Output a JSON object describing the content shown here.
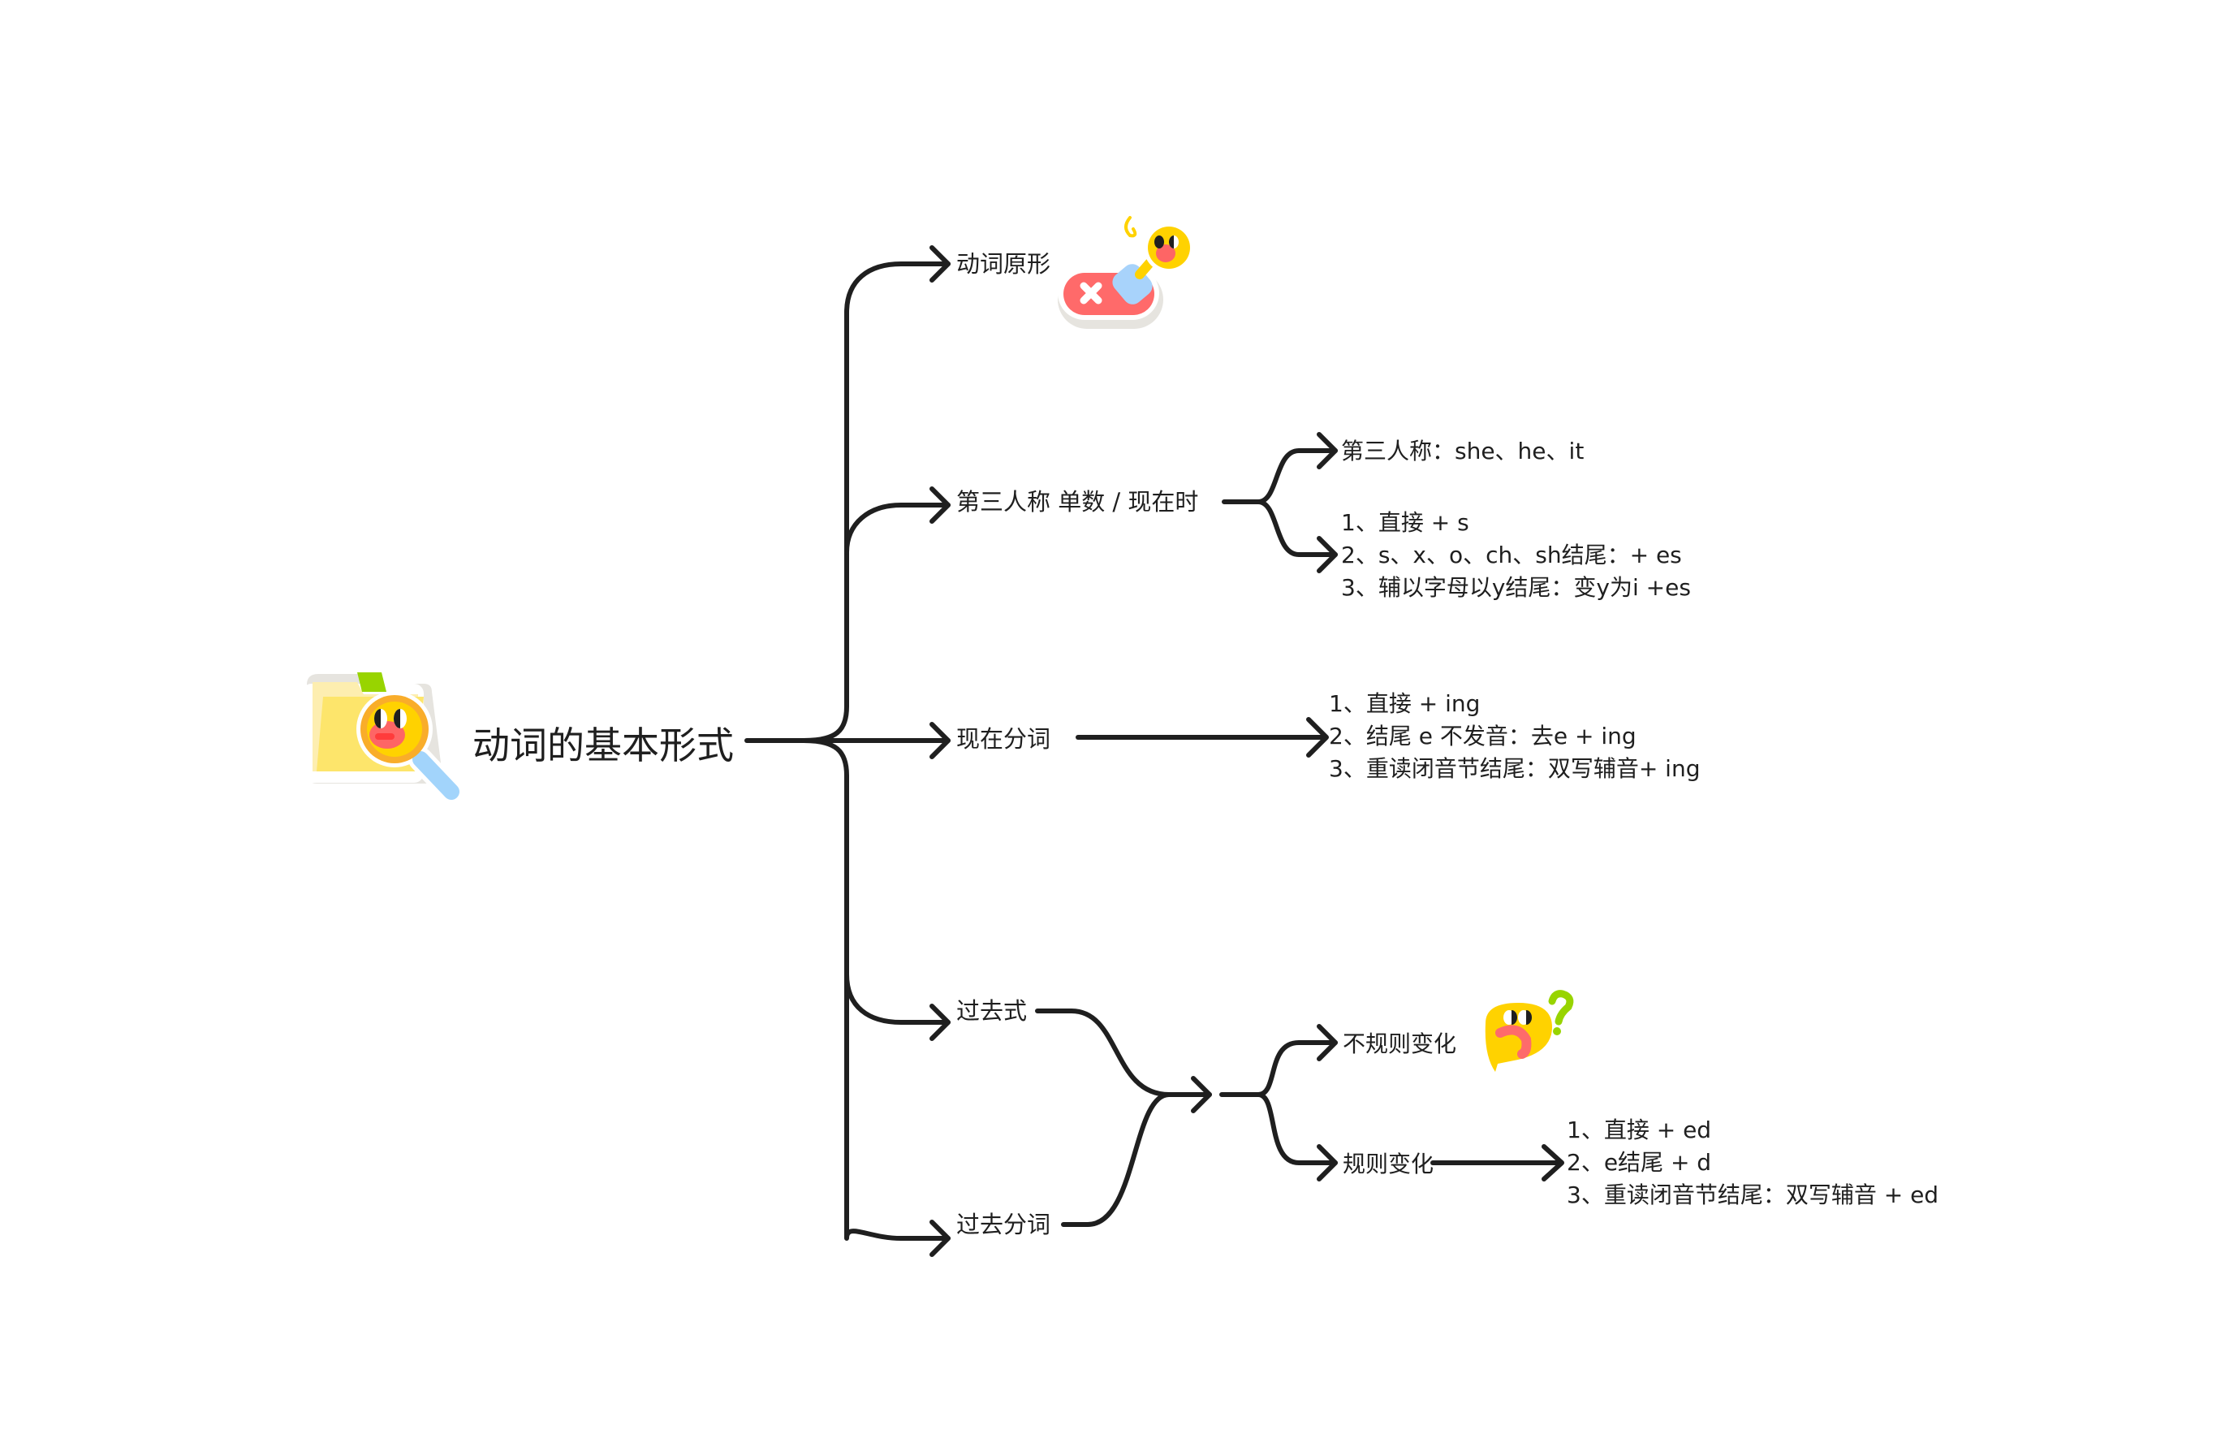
{
  "root": {
    "label": "动词的基本形式",
    "icon": "folder-search-sticker"
  },
  "branches": [
    {
      "id": "base-form",
      "label": "动词原形",
      "icon": "toggle-off-sticker"
    },
    {
      "id": "third-person",
      "label": "第三人称 单数 / 现在时",
      "children": [
        {
          "id": "third-person-subjects",
          "lines": [
            "第三人称：she、he、it"
          ]
        },
        {
          "id": "third-person-rules",
          "lines": [
            "1、直接 + s",
            "2、s、x、o、ch、sh结尾：+ es",
            "3、辅以字母以y结尾：变y为i +es"
          ]
        }
      ]
    },
    {
      "id": "present-participle",
      "label": "现在分词",
      "children": [
        {
          "id": "ing-rules",
          "lines": [
            "1、直接 + ing",
            "2、结尾 e 不发音：去e + ing",
            "3、重读闭音节结尾：双写辅音+ ing"
          ]
        }
      ]
    },
    {
      "id": "past-tense",
      "label": "过去式"
    },
    {
      "id": "past-participle",
      "label": "过去分词"
    }
  ],
  "merged": {
    "children": [
      {
        "id": "irregular",
        "label": "不规则变化",
        "icon": "confused-speech-bubble-sticker"
      },
      {
        "id": "regular",
        "label": "规则变化",
        "children": [
          {
            "id": "ed-rules",
            "lines": [
              "1、直接 + ed",
              "2、e结尾 + d",
              "3、重读闭音节结尾：双写辅音 + ed"
            ]
          }
        ]
      }
    ]
  },
  "colors": {
    "line": "#1f1f1f",
    "text": "#1f1f1f",
    "background": "#ffffff"
  }
}
